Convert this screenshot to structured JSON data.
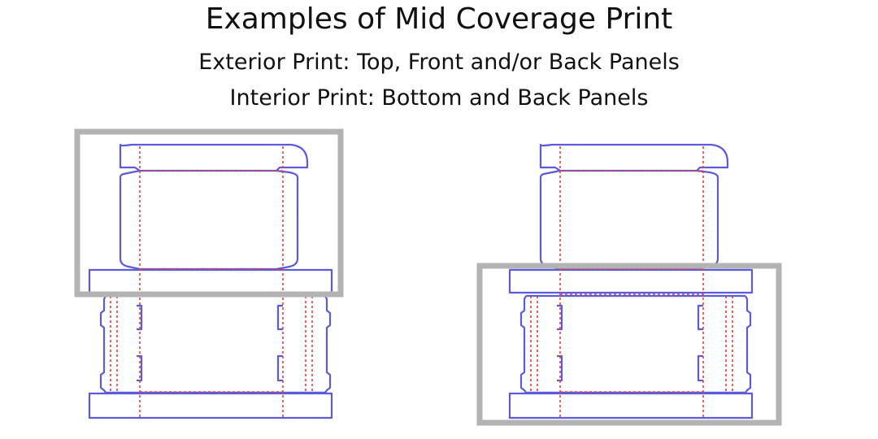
{
  "title": "Examples of Mid Coverage Print",
  "subtitle_lines": [
    "Exterior Print: Top, Front and/or Back Panels",
    "Interior Print: Bottom and Back Panels"
  ],
  "colors": {
    "cut_line": "#5b5bdc",
    "fold_line": "#e8403a",
    "highlight_box": "#b3b3b3",
    "text": "#111111",
    "background": "#ffffff"
  },
  "diagrams": [
    {
      "name": "exterior-print-example",
      "highlighted_panels": [
        "top",
        "front"
      ]
    },
    {
      "name": "interior-print-example",
      "highlighted_panels": [
        "bottom",
        "back"
      ]
    }
  ]
}
